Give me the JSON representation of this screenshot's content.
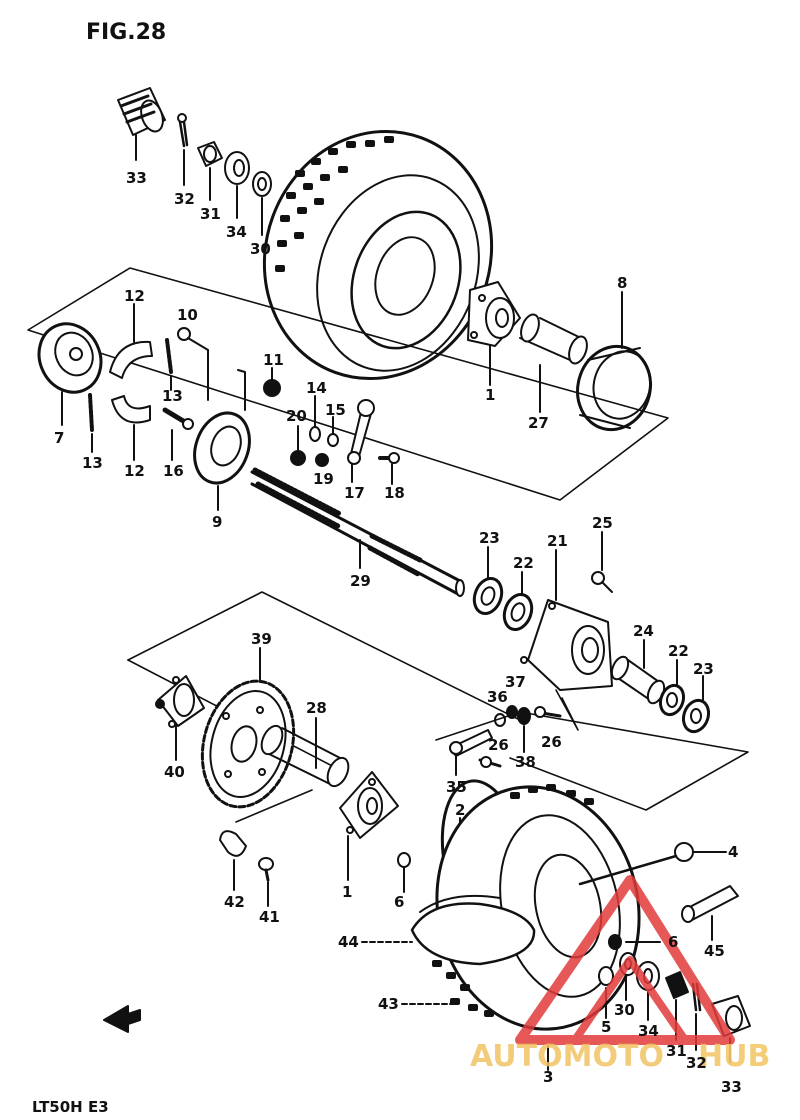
{
  "figure": {
    "title": "FIG.28",
    "model_code": "LT50H E3"
  },
  "watermark": {
    "text_left": "AUTOMOTO",
    "text_right": "HUB",
    "color_left": "#f2c464",
    "color_right": "#f4c86a",
    "mark_color": "#e23b3b"
  },
  "callouts": {
    "c33a": "33",
    "c32a": "32",
    "c31a": "31",
    "c34a": "34",
    "c30a": "30",
    "c8": "8",
    "c12a": "12",
    "c10": "10",
    "c11": "11",
    "c13a": "13",
    "c7": "7",
    "c13b": "13",
    "c12b": "12",
    "c16": "16",
    "c14": "14",
    "c15": "15",
    "c20": "20",
    "c19": "19",
    "c17": "17",
    "c18": "18",
    "c9": "9",
    "c1a": "1",
    "c27": "27",
    "c29": "29",
    "c23a": "23",
    "c22a": "22",
    "c21": "21",
    "c25": "25",
    "c24": "24",
    "c22b": "22",
    "c23b": "23",
    "c39": "39",
    "c28": "28",
    "c40": "40",
    "c37": "37",
    "c36": "36",
    "c26a": "26",
    "c26b": "26",
    "c38": "38",
    "c35": "35",
    "c2": "2",
    "c4": "4",
    "c1b": "1",
    "c6a": "6",
    "c42": "42",
    "c41": "41",
    "c44": "44",
    "c6b": "6",
    "c45": "45",
    "c43": "43",
    "c5": "5",
    "c30b": "30",
    "c34b": "34",
    "c3": "3",
    "c31b": "31",
    "c32b": "32",
    "c33b": "33"
  }
}
